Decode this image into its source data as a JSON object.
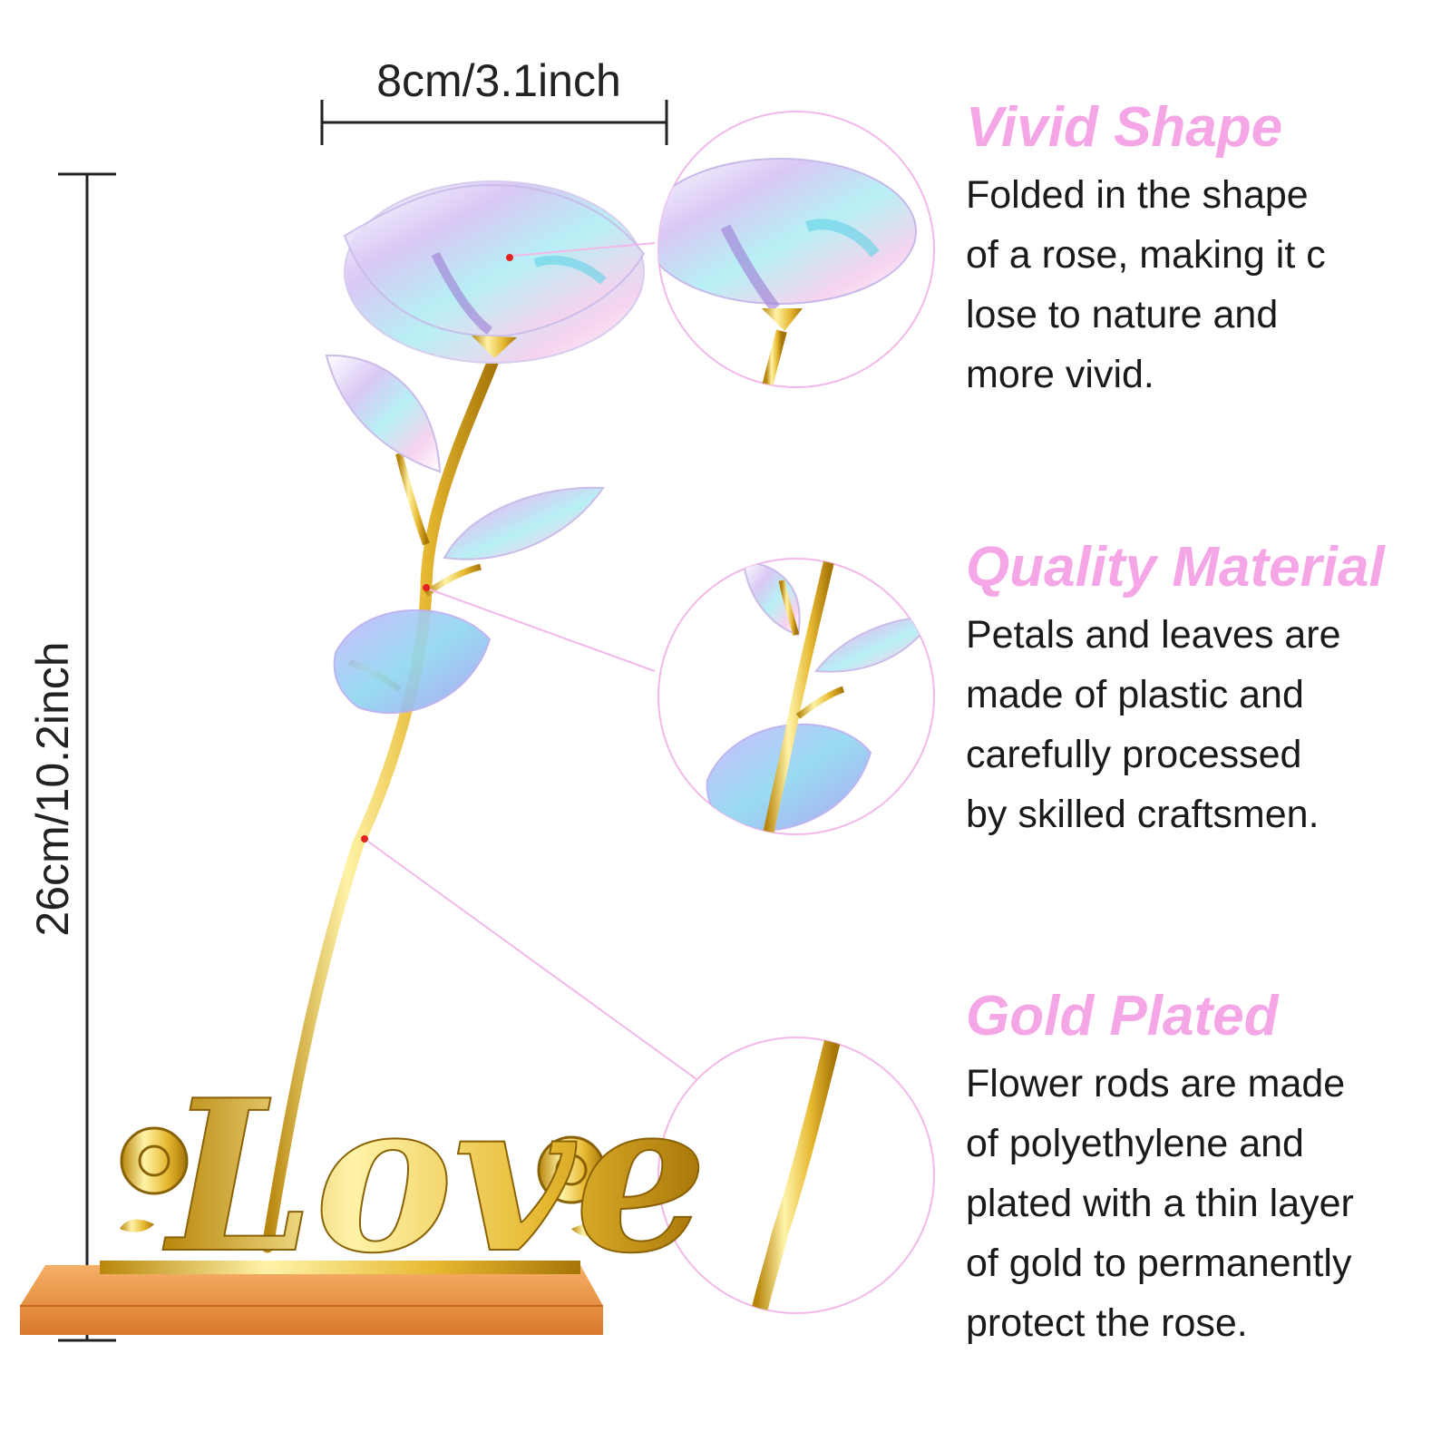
{
  "dimensions": {
    "width_label": "8cm/3.1inch",
    "height_label": "26cm/10.2inch"
  },
  "product": {
    "base_word": "Love"
  },
  "features": [
    {
      "title": "Vivid Shape",
      "lines": [
        "Folded in the shape",
        "of a rose, making it c",
        "lose to nature and",
        "more vivid."
      ]
    },
    {
      "title": "Quality Material",
      "lines": [
        "Petals and leaves are",
        "made of plastic and",
        "carefully processed",
        "by skilled craftsmen."
      ]
    },
    {
      "title": "Gold Plated",
      "lines": [
        "Flower rods are made",
        "of polyethylene and",
        "plated with a thin layer",
        "of gold to permanently",
        "protect the rose."
      ]
    }
  ],
  "colors": {
    "title_pink": "#f4a6e6",
    "gold": "#e8c23a",
    "base_orange": "#e8913f",
    "callout_line": "#f3b8ea"
  }
}
